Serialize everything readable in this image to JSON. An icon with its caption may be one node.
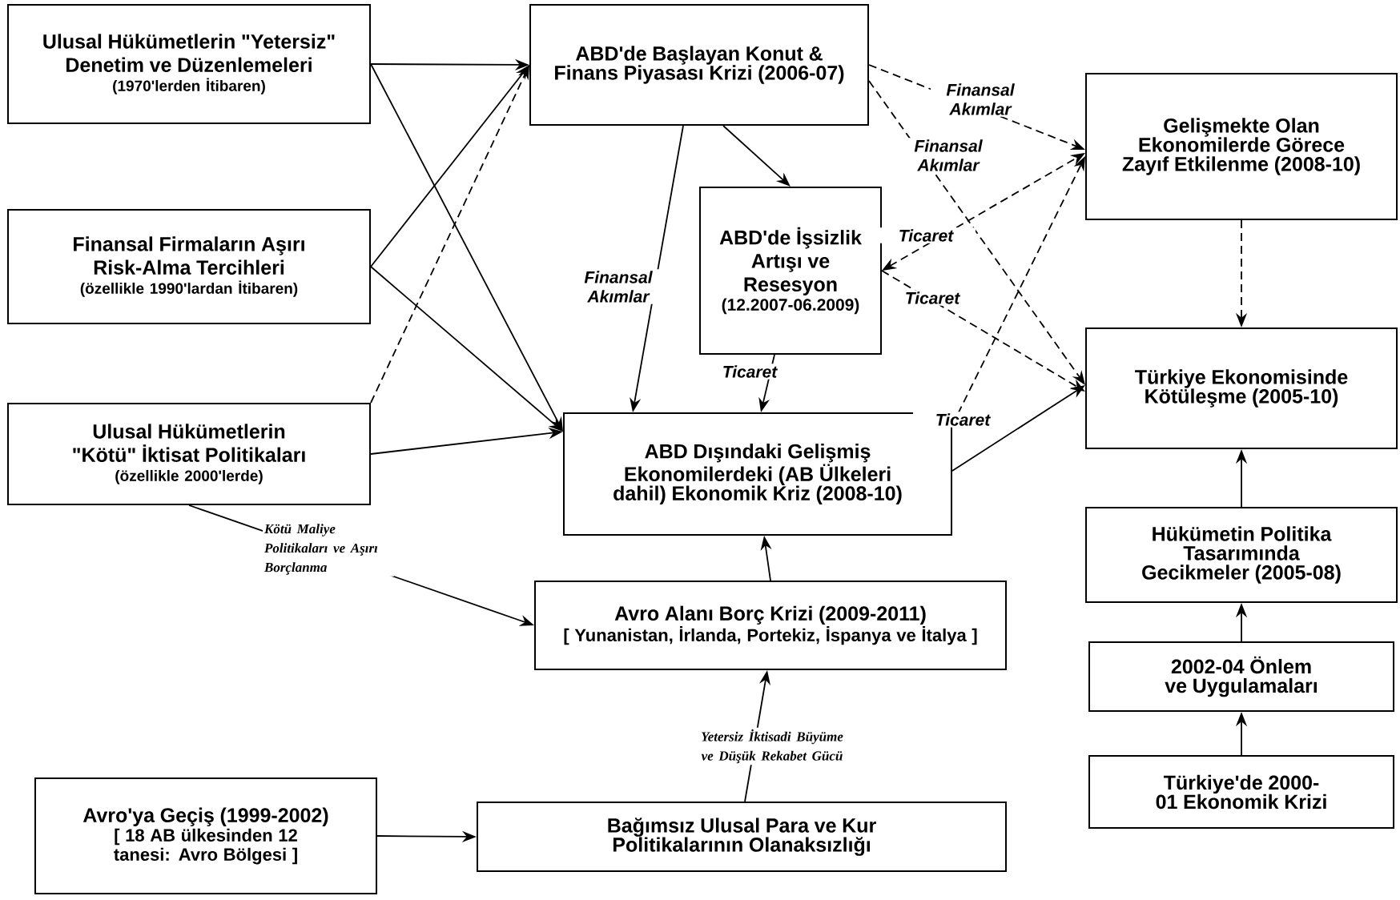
{
  "diagram": {
    "nodes": [
      {
        "text": [
          "Ulusal Hükümetlerin \"Yetersiz\" Denetim ve Düzenlemeleri",
          "(1970'lerden İtibaren)"
        ]
      },
      {
        "text": [
          "Finansal Firmaların Aşırı Risk-Alma Tercihleri",
          "(özellikle 1990'lardan İtibaren)"
        ]
      },
      {
        "text": [
          "Ulusal Hükümetlerin \"Kötü\" İktisat Politikaları",
          "(özellikle 2000'lerde)"
        ]
      },
      {
        "text": [
          "ABD'de Başlayan Konut & Finans Piyasası Krizi (2006-07)"
        ]
      },
      {
        "text": [
          "ABD'de İşsizlik Artışı ve Resesyon",
          "(12.2007-06.2009)"
        ]
      },
      {
        "text": [
          "ABD Dışındaki Gelişmiş Ekonomilerdeki (AB Ülkeleri dahil) Ekonomik Kriz (2008-10)"
        ]
      },
      {
        "text": [
          "Avro Alanı Borç Krizi (2009-2011)",
          "[ Yunanistan, İrlanda, Portekiz, İspanya ve İtalya ]"
        ]
      },
      {
        "text": [
          "Gelişmekte Olan Ekonomilerde Görece Zayıf Etkilenme (2008-10)"
        ]
      },
      {
        "text": [
          "Türkiye Ekonomisinde Kötüleşme (2005-10)"
        ]
      },
      {
        "text": [
          "Hükümetin Politika Tasarımında Gecikmeler (2005-08)"
        ]
      },
      {
        "text": [
          "2002-04 Önlem ve Uygulamaları"
        ]
      },
      {
        "text": [
          "Türkiye'de 2000-01 Ekonomik Krizi"
        ]
      },
      {
        "text": [
          "Avro'ya Geçiş (1999-2002)",
          "[ 18 AB ülkesinden 12 tanesi: Avro Bölgesi ]"
        ]
      },
      {
        "text": [
          "Bağımsız Ulusal Para ve Kur Politikalarının Olanaksızlığı"
        ]
      }
    ],
    "edges": [
      {
        "from": 0,
        "to": 3,
        "arrow": "to"
      },
      {
        "from": 0,
        "to": 5,
        "arrow": "to"
      },
      {
        "from": 1,
        "to": 3,
        "arrow": "to"
      },
      {
        "from": 1,
        "to": 5,
        "arrow": "to"
      },
      {
        "from": 2,
        "to": 3,
        "arrow": "to",
        "style": "dashed"
      },
      {
        "from": 2,
        "to": 5,
        "arrow": "to"
      },
      {
        "from": 3,
        "to": 5,
        "arrow": "to",
        "label": "Finansal Akımlar"
      },
      {
        "from": 3,
        "to": 4,
        "arrow": "to"
      },
      {
        "from": 3,
        "to": 7,
        "arrow": "to",
        "style": "dashed",
        "label": "Finansal Akımlar"
      },
      {
        "from": 3,
        "to": 8,
        "arrow": "to",
        "style": "dashed",
        "label": "Finansal Akımlar"
      },
      {
        "from": 4,
        "to": 7,
        "arrow": "both",
        "style": "dashed",
        "label": "Ticaret"
      },
      {
        "from": 4,
        "to": 8,
        "arrow": "to",
        "style": "dashed",
        "label": "Ticaret"
      },
      {
        "from": 4,
        "to": 5,
        "arrow": "to",
        "label": "Ticaret"
      },
      {
        "from": 5,
        "to": 7,
        "arrow": "to",
        "style": "dashed"
      },
      {
        "from": 5,
        "to": 8,
        "arrow": "to",
        "label": "Ticaret"
      },
      {
        "from": 7,
        "to": 8,
        "arrow": "to",
        "style": "dashed"
      },
      {
        "from": 2,
        "to": 6,
        "arrow": "to",
        "label": "Kötü Maliye Politikaları ve Aşırı Borçlanma"
      },
      {
        "from": 6,
        "to": 5,
        "arrow": "to"
      },
      {
        "from": 13,
        "to": 6,
        "arrow": "to",
        "label": "Yetersiz İktisadi Büyüme ve Düşük Rekabet Gücü"
      },
      {
        "from": 12,
        "to": 13,
        "arrow": "to"
      },
      {
        "from": 11,
        "to": 10,
        "arrow": "to"
      },
      {
        "from": 10,
        "to": 9,
        "arrow": "to"
      },
      {
        "from": 9,
        "to": 8,
        "arrow": "to"
      }
    ]
  }
}
